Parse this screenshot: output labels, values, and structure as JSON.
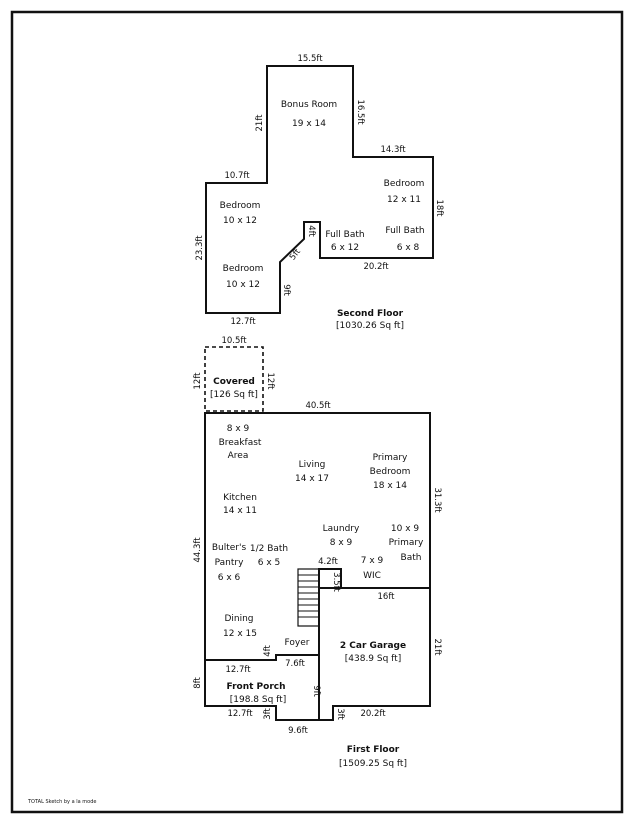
{
  "second_floor": {
    "title": "Second Floor",
    "area": "[1030.26 Sq ft]",
    "rooms": {
      "bonus_name": "Bonus Room",
      "bonus_size": "19 x 14",
      "bed1_name": "Bedroom",
      "bed1_size": "12 x 11",
      "bed2_name": "Bedroom",
      "bed2_size": "10 x 12",
      "bed3_name": "Bedroom",
      "bed3_size": "10 x 12",
      "bath1_name": "Full Bath",
      "bath1_size": "6 x 12",
      "bath2_name": "Full Bath",
      "bath2_size": "6 x 8"
    },
    "dims": {
      "top": "15.5ft",
      "bonus_right": "16.5ft",
      "bonus_left": "21ft",
      "right_top": "14.3ft",
      "right": "18ft",
      "left_top": "10.7ft",
      "left": "23.3ft",
      "bottom_left": "12.7ft",
      "bottom_right": "20.2ft",
      "notch_4": "4ft",
      "notch_5": "5ft",
      "notch_9": "9ft"
    }
  },
  "covered": {
    "name": "Covered",
    "area": "[126 Sq ft]",
    "top": "10.5ft",
    "left": "12ft",
    "right": "12ft"
  },
  "first_floor": {
    "title": "First Floor",
    "area": "[1509.25 Sq ft]",
    "rooms": {
      "breakfast_size": "8 x 9",
      "breakfast_l1": "Breakfast",
      "breakfast_l2": "Area",
      "living_name": "Living",
      "living_size": "14 x 17",
      "primary_bed_l1": "Primary",
      "primary_bed_l2": "Bedroom",
      "primary_bed_size": "18 x 14",
      "kitchen_name": "Kitchen",
      "kitchen_size": "14 x 11",
      "laundry_name": "Laundry",
      "laundry_size": "8 x 9",
      "primary_bath_size": "10 x 9",
      "primary_bath_l1": "Primary",
      "primary_bath_l2": "Bath",
      "butler_l1": "Bulter's",
      "butler_l2": "Pantry",
      "butler_size": "6 x 6",
      "half_bath_name": "1/2 Bath",
      "half_bath_size": "6 x 5",
      "wic_size": "7 x 9",
      "wic_name": "WIC",
      "dining_name": "Dining",
      "dining_size": "12 x 15",
      "foyer_name": "Foyer"
    },
    "dims": {
      "top": "40.5ft",
      "left": "44.3ft",
      "right": "31.3ft",
      "d_4_2": "4.2ft",
      "d_3_5": "3.5ft",
      "d_16": "16ft",
      "d_4": "4ft",
      "d_7_6": "7.6ft",
      "d_12_7a": "12.7ft"
    }
  },
  "garage": {
    "name": "2 Car Garage",
    "area": "[438.9 Sq ft]",
    "right": "21ft",
    "bottom": "20.2ft",
    "d_3": "3ft",
    "d_9": "9ft"
  },
  "porch": {
    "name": "Front Porch",
    "area": "[198.8 Sq ft]",
    "left": "8ft",
    "bottom": "12.7ft",
    "d_3": "3ft",
    "bottom_step": "9.6ft"
  },
  "footer": "TOTAL Sketch by a la mode"
}
